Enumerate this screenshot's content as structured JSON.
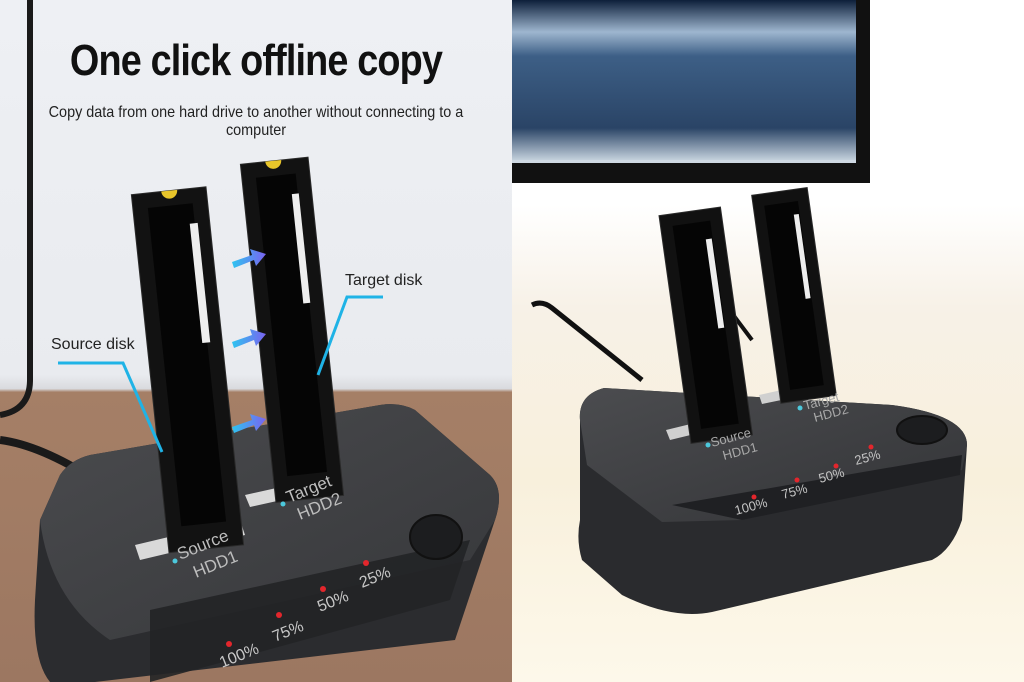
{
  "left_panel": {
    "headline": "One click offline copy",
    "subline": "Copy data from one hard drive to another without connecting to a computer",
    "callouts": {
      "source": "Source disk",
      "target": "Target disk"
    },
    "device": {
      "slot1_label_line1": "Source",
      "slot1_label_line2": "HDD1",
      "slot2_label_line1": "Target",
      "slot2_label_line2": "HDD2",
      "progress_leds": [
        "100%",
        "75%",
        "50%",
        "25%"
      ]
    }
  },
  "right_panel": {
    "device": {
      "slot1_label_line1": "Source",
      "slot1_label_line2": "HDD1",
      "slot2_label_line1": "Target",
      "slot2_label_line2": "HDD2",
      "progress_leds": [
        "100%",
        "75%",
        "50%",
        "25%"
      ]
    }
  },
  "colors": {
    "callout_line": "#1fb3e6",
    "led_red": "#e3262c",
    "slot_led_cyan": "#4cc8dc",
    "arrow_start": "#2ec4f0",
    "arrow_end": "#7a63f0",
    "device_body": "#3c3d40",
    "label_grey": "#9a9a9a"
  }
}
